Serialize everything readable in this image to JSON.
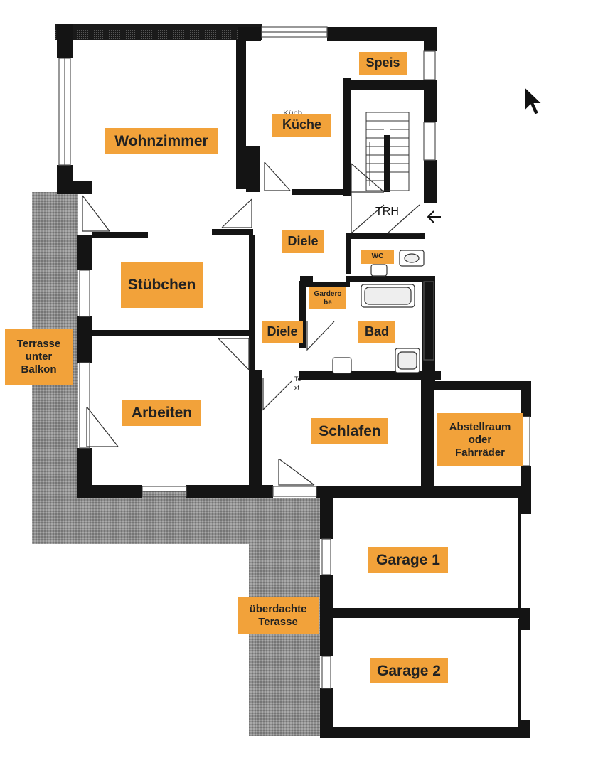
{
  "rooms": {
    "speis": "Speis",
    "kueche": "Küche",
    "kueche_ghost": "Küch",
    "wohnzimmer": "Wohnzimmer",
    "trh": "TRH",
    "diele_upper": "Diele",
    "wc": "WC",
    "stuebchen": "Stübchen",
    "garderobe": "Gardero be",
    "diele_lower": "Diele",
    "bad": "Bad",
    "terrasse_balkon": "Terrasse unter Balkon",
    "arbeiten": "Arbeiten",
    "text_note": "Te xt",
    "schlafen": "Schlafen",
    "abstellraum": "Abstellraum oder Fahrräder",
    "garage1": "Garage 1",
    "ueberdachte_terasse": "überdachte Terasse",
    "garage2": "Garage 2"
  },
  "colors": {
    "label_bg": "#f2a23a",
    "wall": "#111111",
    "terrace": "#8f8f8f"
  },
  "icons": {
    "cursor": "mouse-pointer-icon",
    "entrance": "entrance-arrow-icon"
  }
}
